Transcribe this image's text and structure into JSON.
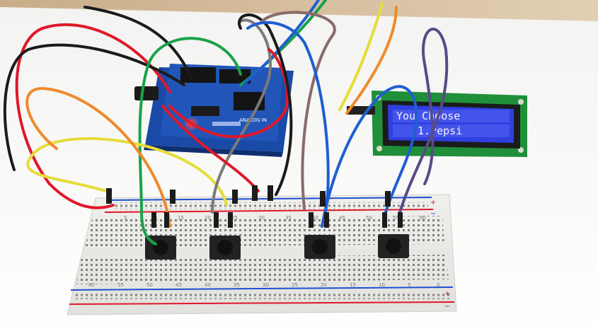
{
  "scene": {
    "subject": "arduino-breadboard-circuit",
    "components": [
      "arduino-board",
      "sensor-shield",
      "lcd-module",
      "breadboard",
      "push-buttons",
      "jumper-wires"
    ]
  },
  "lcd": {
    "line1": "You Choose",
    "line2": "1.Pepsi",
    "backlight_color": "#2f3fe0",
    "pcb_color": "#1f8f3a"
  },
  "board": {
    "shield_label": "ANALOG IN",
    "color": "#1a4aa8"
  },
  "breadboard": {
    "top_numbers": [
      "5",
      "10",
      "15",
      "20",
      "25",
      "30",
      "35",
      "40",
      "45",
      "50",
      "55",
      "60"
    ],
    "bottom_numbers": [
      "60",
      "55",
      "50",
      "45",
      "40",
      "35",
      "30",
      "25",
      "20",
      "15",
      "10",
      "5",
      "0"
    ],
    "rail_plus": "+",
    "rail_minus": "−"
  },
  "colors": {
    "table": "#d8c3a5",
    "paper": "#f7f7f5",
    "wire_red": "#e0182a",
    "wire_black": "#1b1b1b",
    "wire_green": "#1aa24a",
    "wire_yellow": "#e6dc3a",
    "wire_orange": "#f08a2a",
    "wire_blue": "#1e5fd0",
    "wire_purple": "#5a4a88",
    "wire_gray": "#7a7a7a",
    "wire_brown": "#8a6a6a"
  }
}
